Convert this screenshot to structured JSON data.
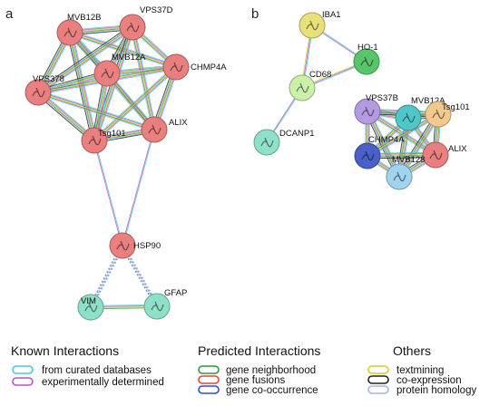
{
  "panels": [
    {
      "letter": "a",
      "nodes": [
        {
          "id": "mvb12b",
          "label": "MVB12B",
          "color": "#e97f7f"
        },
        {
          "id": "vps37d",
          "label": "VPS37D",
          "color": "#e97f7f"
        },
        {
          "id": "mvb12a",
          "label": "MVB12A",
          "color": "#e97f7f"
        },
        {
          "id": "chmp4a",
          "label": "CHMP4A",
          "color": "#e97f7f"
        },
        {
          "id": "vps378",
          "label": "VPS378",
          "color": "#e97f7f"
        },
        {
          "id": "tsg101",
          "label": "Tsg101",
          "color": "#e97f7f"
        },
        {
          "id": "alix",
          "label": "ALIX",
          "color": "#e97f7f"
        },
        {
          "id": "hsp90",
          "label": "HSP90",
          "color": "#e97f7f"
        },
        {
          "id": "vim",
          "label": "VIM",
          "color": "#8fe0c8"
        },
        {
          "id": "gfap",
          "label": "GFAP",
          "color": "#8fe0c8"
        }
      ]
    },
    {
      "letter": "b",
      "nodes": [
        {
          "id": "iba1",
          "label": "IBA1",
          "color": "#e8e07a"
        },
        {
          "id": "ho1",
          "label": "HO-1",
          "color": "#57c66a"
        },
        {
          "id": "cd68",
          "label": "CD68",
          "color": "#cbf0a8"
        },
        {
          "id": "dcanp1",
          "label": "DCANP1",
          "color": "#8fe0c8"
        },
        {
          "id": "b_mvb12a",
          "label": "MVB12A",
          "color": "#4fc7c7"
        },
        {
          "id": "b_vps37b",
          "label": "VPS37B",
          "color": "#b49ae0"
        },
        {
          "id": "b_tsg101",
          "label": "Tsg101",
          "color": "#f2c98f"
        },
        {
          "id": "b_chmp4a",
          "label": "CHMP4A",
          "color": "#4860c8"
        },
        {
          "id": "b_alix",
          "label": "ALIX",
          "color": "#e97f7f"
        },
        {
          "id": "b_mvb128",
          "label": "MVB128",
          "color": "#9fd3ee"
        }
      ]
    }
  ],
  "legend": {
    "known": {
      "title": "Known Interactions",
      "items": [
        {
          "label": "from curated databases",
          "color": "#45c8d8"
        },
        {
          "label": "experimentally determined",
          "color": "#c04fc0"
        }
      ]
    },
    "predicted": {
      "title": "Predicted Interactions",
      "items": [
        {
          "label": "gene neighborhood",
          "color": "#2f9a3a"
        },
        {
          "label": "gene fusions",
          "color": "#e0463c"
        },
        {
          "label": "gene co-occurrence",
          "color": "#2f4fcf"
        }
      ]
    },
    "others": {
      "title": "Others",
      "items": [
        {
          "label": "textmining",
          "color": "#d9cc2a"
        },
        {
          "label": "co-expression",
          "color": "#222222"
        },
        {
          "label": "protein homology",
          "color": "#9fb7e6"
        }
      ]
    }
  }
}
